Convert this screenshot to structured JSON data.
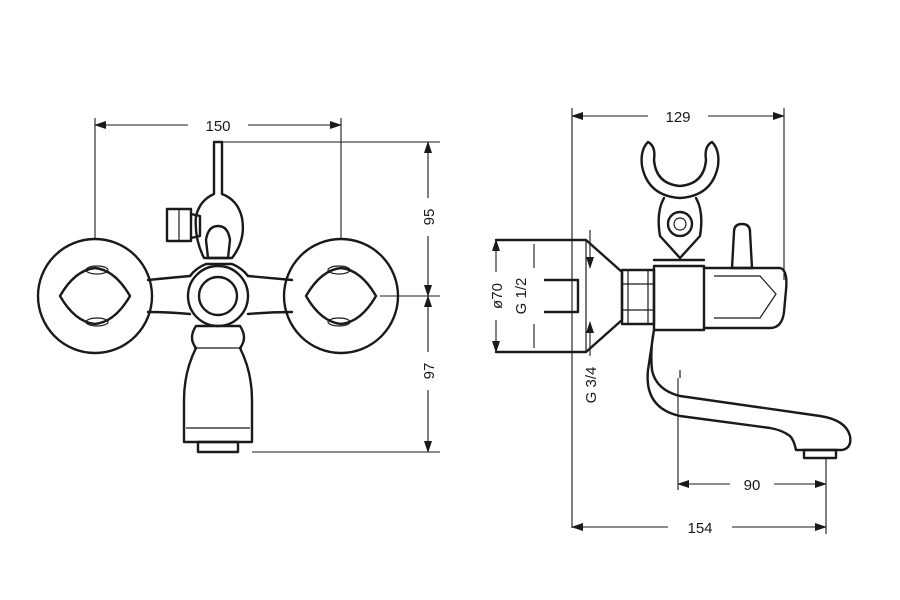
{
  "dimensions": {
    "front_width": "150",
    "front_upper_height": "95",
    "front_lower_height": "97",
    "side_top_width": "129",
    "side_flange_diameter": "ø70",
    "side_inlet_thread": "G 1/2",
    "side_wall_thread": "G 3/4",
    "side_spout_offset": "90",
    "side_total_depth": "154"
  }
}
